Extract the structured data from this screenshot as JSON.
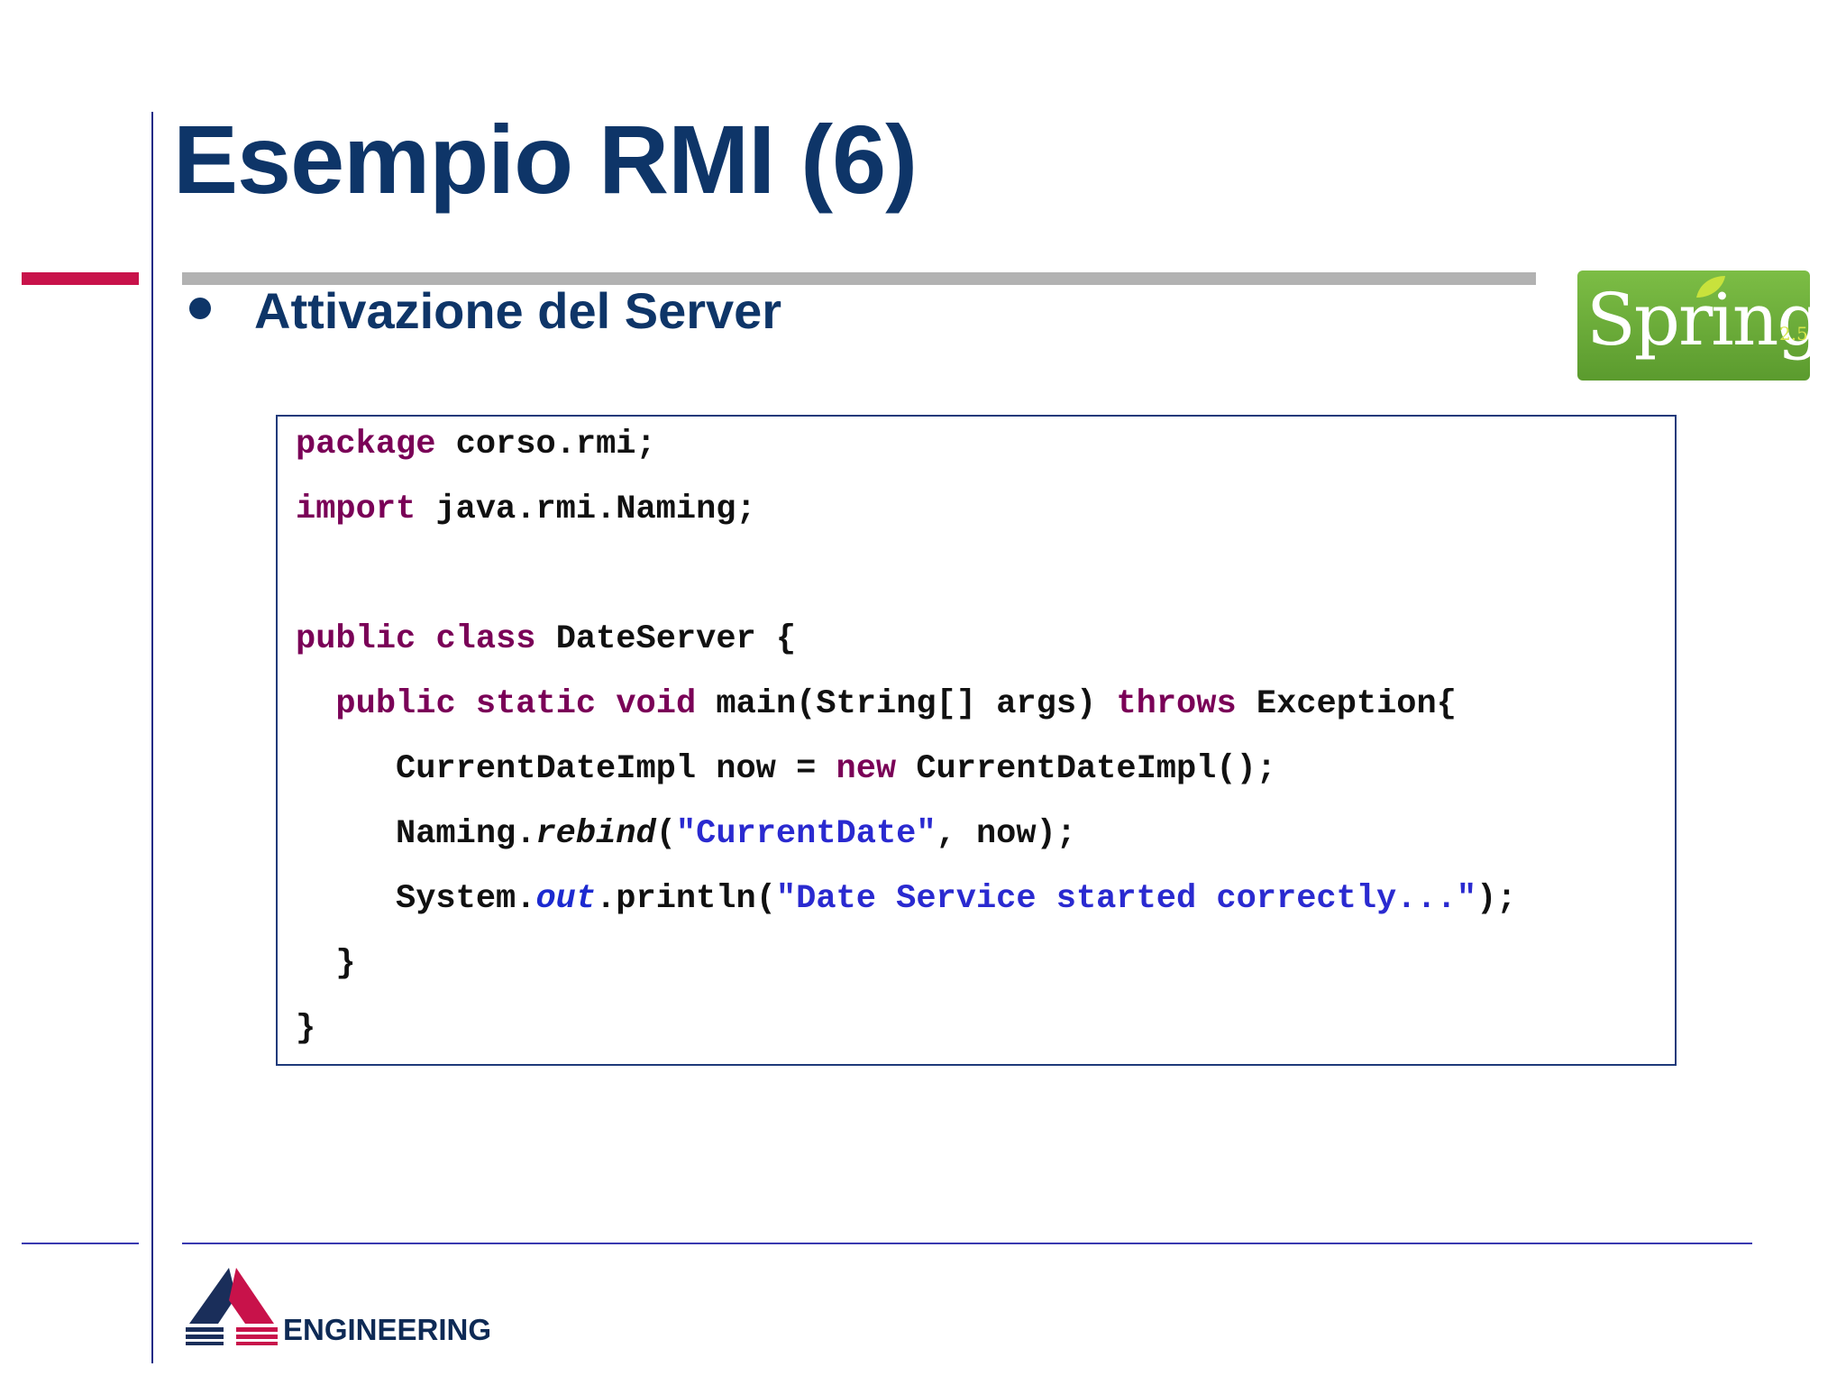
{
  "slide": {
    "title": "Esempio RMI (6)",
    "bullet": "Attivazione del Server"
  },
  "spring_logo": {
    "word": "Spring",
    "version": "2.5"
  },
  "code": {
    "lines": [
      [
        {
          "t": "package",
          "c": "kw"
        },
        {
          "t": " corso.rmi;"
        }
      ],
      [
        {
          "t": "import",
          "c": "kw"
        },
        {
          "t": " java.rmi.Naming;"
        }
      ],
      [
        {
          "t": "public",
          "c": "kw"
        },
        {
          "t": " "
        },
        {
          "t": "class",
          "c": "kw"
        },
        {
          "t": " DateServer {"
        }
      ],
      [
        {
          "t": "  "
        },
        {
          "t": "public",
          "c": "kw"
        },
        {
          "t": " "
        },
        {
          "t": "static",
          "c": "kw"
        },
        {
          "t": " "
        },
        {
          "t": "void",
          "c": "kw"
        },
        {
          "t": " main(String[] args) "
        },
        {
          "t": "throws",
          "c": "kw"
        },
        {
          "t": " Exception{"
        }
      ],
      [
        {
          "t": "     CurrentDateImpl now = "
        },
        {
          "t": "new",
          "c": "kw"
        },
        {
          "t": " CurrentDateImpl();"
        }
      ],
      [
        {
          "t": "     Naming."
        },
        {
          "t": "rebind",
          "c": "it"
        },
        {
          "t": "("
        },
        {
          "t": "\"CurrentDate\"",
          "c": "str"
        },
        {
          "t": ", now);"
        }
      ],
      [
        {
          "t": "     System."
        },
        {
          "t": "out",
          "c": "fld"
        },
        {
          "t": ".println("
        },
        {
          "t": "\"Date Service started correctly...\"",
          "c": "str"
        },
        {
          "t": ");"
        }
      ],
      [
        {
          "t": "  }"
        }
      ],
      [
        {
          "t": "}"
        }
      ]
    ]
  },
  "footer": {
    "brand": "ENGINEERING"
  },
  "colors": {
    "title": "#0e3568",
    "accent_red": "#c8124a",
    "keyword": "#7a0057",
    "string": "#2a2ad0"
  }
}
